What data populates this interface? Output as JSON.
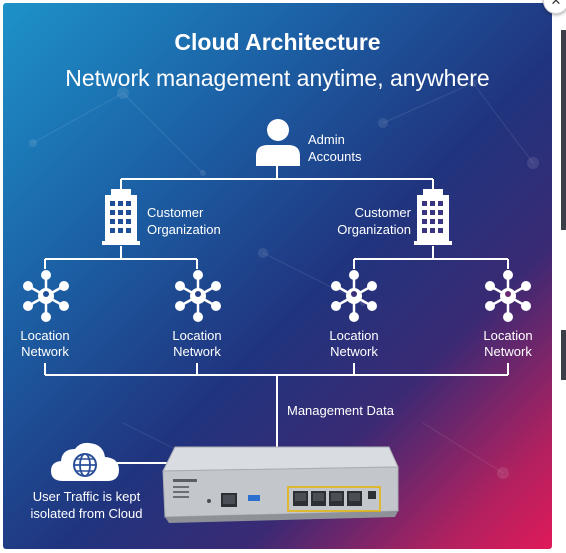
{
  "header": {
    "title": "Cloud Architecture",
    "subtitle": "Network management anytime, anywhere"
  },
  "admin": {
    "line1": "Admin",
    "line2": "Accounts"
  },
  "organizations": [
    {
      "line1": "Customer",
      "line2": "Organization"
    },
    {
      "line1": "Customer",
      "line2": "Organization"
    }
  ],
  "locations": [
    {
      "line1": "Location",
      "line2": "Network"
    },
    {
      "line1": "Location",
      "line2": "Network"
    },
    {
      "line1": "Location",
      "line2": "Network"
    },
    {
      "line1": "Location",
      "line2": "Network"
    }
  ],
  "management": {
    "label": "Management Data"
  },
  "user_traffic": {
    "line1": "User Traffic is kept",
    "line2": "isolated from Cloud"
  },
  "colors": {
    "accent": "#ffffff",
    "device_body": "#c8cbd0",
    "port_led": "#e8b400"
  },
  "icons": {
    "admin": "person-icon",
    "organization": "building-icon",
    "network": "network-hub-icon",
    "cloud": "globe-cloud-icon",
    "device": "network-appliance"
  }
}
